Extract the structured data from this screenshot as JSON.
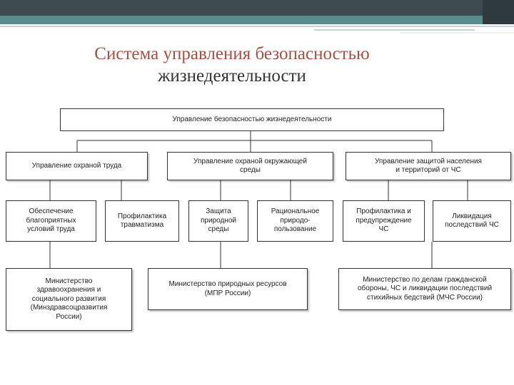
{
  "slide": {
    "title_line1": "Система управления безопасностью",
    "title_line2": "жизнедеятельности"
  },
  "diagram": {
    "root": "Управление безопасностью жизнедеятельности",
    "branches": [
      {
        "label": "Управление охраной труда",
        "children": [
          "Обеспечение\nблагоприятных\nусловий труда",
          "Профилактика\nтравматизма"
        ],
        "ministry": "Министерство\nздравоохранения и\nсоциального развития\n(Минздравсоцразвития\nРоссии)"
      },
      {
        "label": "Управление охраной окружающей\nсреды",
        "children": [
          "Защита\nприродной\nсреды",
          "Рациональное\nприродо-\nпользование"
        ],
        "ministry": "Министерство природных ресурсов\n(МПР России)"
      },
      {
        "label": "Управление защитой населения\nи территорий от ЧС",
        "children": [
          "Профилактика и\nпредупреждение\nЧС",
          "Ликвидация\nпоследствий ЧС"
        ],
        "ministry": "Министерство по делам гражданской\nобороны, ЧС и ликвидации последствий\nстихийных бедствий (МЧС России)"
      }
    ]
  },
  "colors": {
    "title": "#a45043",
    "title_line2": "#333333",
    "header_dark": "#3d4a4f",
    "header_accent": "#5b8c8c"
  }
}
